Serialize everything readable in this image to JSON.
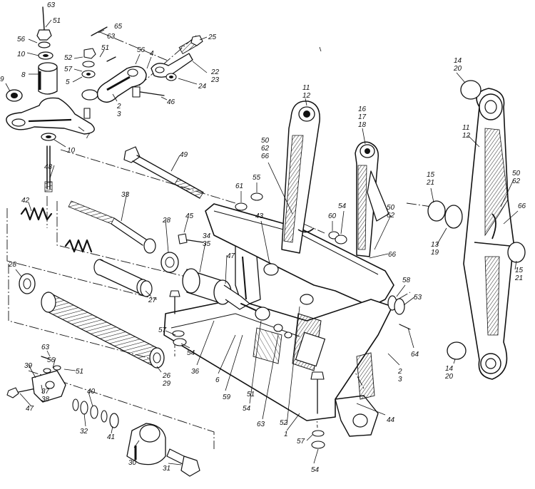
{
  "callouts": [
    {
      "id": "c63a",
      "text": "63"
    },
    {
      "id": "c51a",
      "text": "51"
    },
    {
      "id": "c56a",
      "text": "56"
    },
    {
      "id": "c10a",
      "text": "10"
    },
    {
      "id": "c8",
      "text": "8"
    },
    {
      "id": "c9",
      "text": "9"
    },
    {
      "id": "c7",
      "text": "7"
    },
    {
      "id": "c10b",
      "text": "10"
    },
    {
      "id": "c65",
      "text": "65"
    },
    {
      "id": "c63b",
      "text": "63"
    },
    {
      "id": "c52a",
      "text": "52"
    },
    {
      "id": "c51b",
      "text": "51"
    },
    {
      "id": "c56b",
      "text": "56"
    },
    {
      "id": "c57a",
      "text": "57"
    },
    {
      "id": "c5",
      "text": "5"
    },
    {
      "id": "c4",
      "text": "4"
    },
    {
      "id": "c2a",
      "text": "2"
    },
    {
      "id": "c3a",
      "text": "3"
    },
    {
      "id": "c46",
      "text": "46"
    },
    {
      "id": "c25",
      "text": "25"
    },
    {
      "id": "c22",
      "text": "22"
    },
    {
      "id": "c23",
      "text": "23"
    },
    {
      "id": "c24",
      "text": "24"
    },
    {
      "id": "c48",
      "text": "48"
    },
    {
      "id": "c49",
      "text": "49"
    },
    {
      "id": "c33",
      "text": "33"
    },
    {
      "id": "c42",
      "text": "42"
    },
    {
      "id": "c28a",
      "text": "28"
    },
    {
      "id": "c45",
      "text": "45"
    },
    {
      "id": "c34",
      "text": "34"
    },
    {
      "id": "c35",
      "text": "35"
    },
    {
      "id": "c47a",
      "text": "47"
    },
    {
      "id": "c27",
      "text": "27"
    },
    {
      "id": "c28b",
      "text": "28"
    },
    {
      "id": "c26",
      "text": "26"
    },
    {
      "id": "c29",
      "text": "29"
    },
    {
      "id": "c57b",
      "text": "57"
    },
    {
      "id": "c54a",
      "text": "54"
    },
    {
      "id": "c63c",
      "text": "63"
    },
    {
      "id": "c56c",
      "text": "56"
    },
    {
      "id": "c51c",
      "text": "51"
    },
    {
      "id": "c39",
      "text": "39"
    },
    {
      "id": "c37",
      "text": "37"
    },
    {
      "id": "c38",
      "text": "38"
    },
    {
      "id": "c47b",
      "text": "47"
    },
    {
      "id": "c40",
      "text": "40"
    },
    {
      "id": "c32",
      "text": "32"
    },
    {
      "id": "c41",
      "text": "41"
    },
    {
      "id": "c30",
      "text": "30"
    },
    {
      "id": "c31",
      "text": "31"
    },
    {
      "id": "c11a",
      "text": "11"
    },
    {
      "id": "c12a",
      "text": "12"
    },
    {
      "id": "c16",
      "text": "16"
    },
    {
      "id": "c17",
      "text": "17"
    },
    {
      "id": "c18",
      "text": "18"
    },
    {
      "id": "c50a",
      "text": "50"
    },
    {
      "id": "c62a",
      "text": "62"
    },
    {
      "id": "c66a",
      "text": "66"
    },
    {
      "id": "c61",
      "text": "61"
    },
    {
      "id": "c55",
      "text": "55"
    },
    {
      "id": "c43",
      "text": "43"
    },
    {
      "id": "c60",
      "text": "60"
    },
    {
      "id": "c54b",
      "text": "54"
    },
    {
      "id": "c50b",
      "text": "50"
    },
    {
      "id": "c62b",
      "text": "62"
    },
    {
      "id": "c66b",
      "text": "66"
    },
    {
      "id": "c58",
      "text": "58"
    },
    {
      "id": "c53",
      "text": "53"
    },
    {
      "id": "c64",
      "text": "64"
    },
    {
      "id": "c2b",
      "text": "2"
    },
    {
      "id": "c3b",
      "text": "3"
    },
    {
      "id": "c36",
      "text": "36"
    },
    {
      "id": "c6",
      "text": "6"
    },
    {
      "id": "c59",
      "text": "59"
    },
    {
      "id": "c54c",
      "text": "54"
    },
    {
      "id": "c51d",
      "text": "51"
    },
    {
      "id": "c63d",
      "text": "63"
    },
    {
      "id": "c52b",
      "text": "52"
    },
    {
      "id": "c1",
      "text": "1"
    },
    {
      "id": "c44",
      "text": "44"
    },
    {
      "id": "c57c",
      "text": "57"
    },
    {
      "id": "c54d",
      "text": "54"
    },
    {
      "id": "c14a",
      "text": "14"
    },
    {
      "id": "c20a",
      "text": "20"
    },
    {
      "id": "c11b",
      "text": "11"
    },
    {
      "id": "c12b",
      "text": "12"
    },
    {
      "id": "c15a",
      "text": "15"
    },
    {
      "id": "c21a",
      "text": "21"
    },
    {
      "id": "c13",
      "text": "13"
    },
    {
      "id": "c19",
      "text": "19"
    },
    {
      "id": "c50c",
      "text": "50"
    },
    {
      "id": "c62c",
      "text": "62"
    },
    {
      "id": "c66c",
      "text": "66"
    },
    {
      "id": "c15b",
      "text": "15"
    },
    {
      "id": "c21b",
      "text": "21"
    },
    {
      "id": "c14b",
      "text": "14"
    },
    {
      "id": "c20b",
      "text": "20"
    }
  ]
}
